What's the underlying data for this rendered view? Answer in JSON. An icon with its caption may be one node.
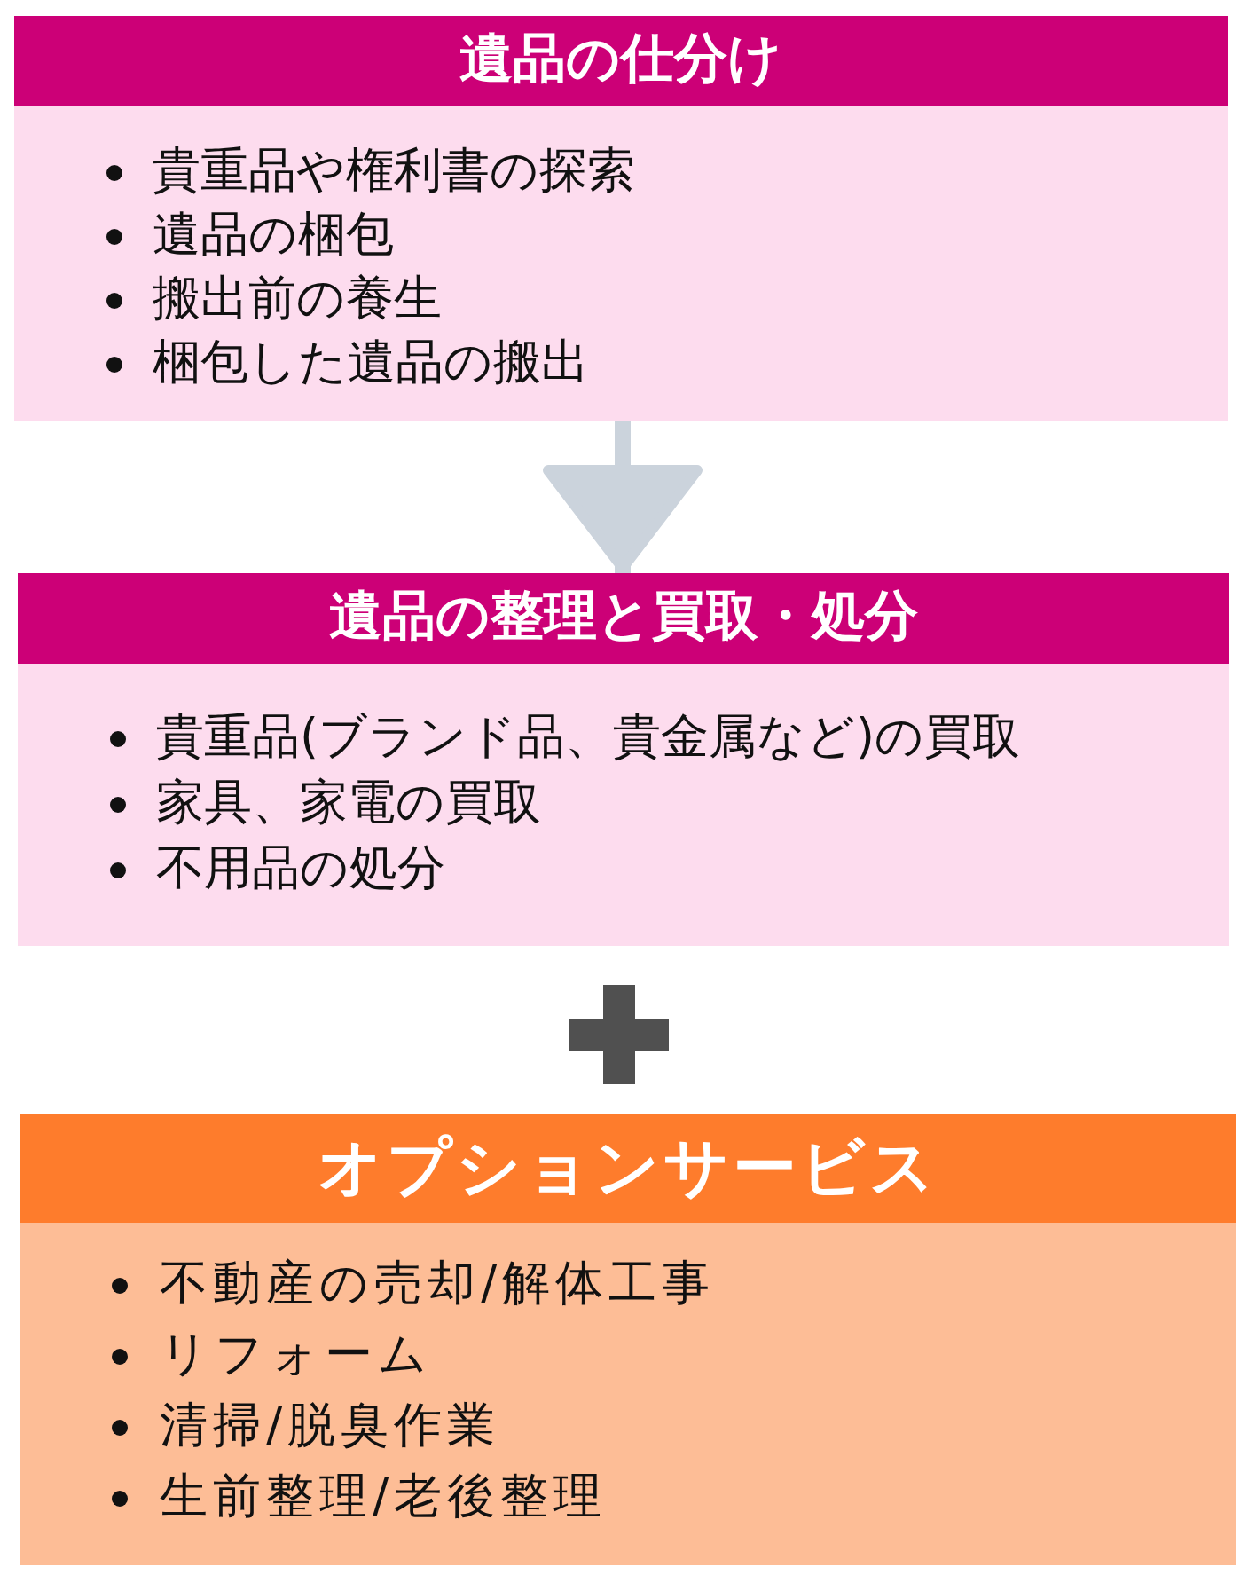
{
  "diagram": {
    "nodes": [
      {
        "text": [
          "遺品の仕分け",
          "貴重品や権利書の探索",
          "遺品の梱包",
          "搬出前の養生",
          "梱包した遺品の搬出"
        ]
      },
      {
        "text": [
          "遺品の整理と買取・処分",
          "貴重品(ブランド品、貴金属など)の買取",
          "家具、家電の買取",
          "不用品の処分"
        ]
      },
      {
        "text": [
          "オプションサービス",
          "不動産の売却/解体工事",
          "リフォーム",
          "清掃/脱臭作業",
          "生前整理/老後整理"
        ]
      }
    ],
    "edges": [
      {
        "from": 0,
        "to": 1,
        "arrow": "to"
      }
    ]
  }
}
